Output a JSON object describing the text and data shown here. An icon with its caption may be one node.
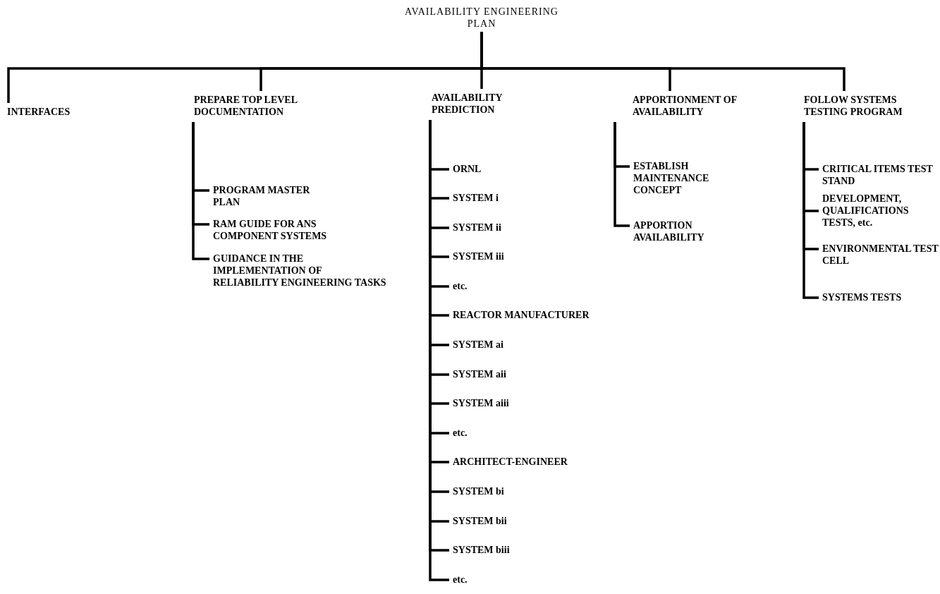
{
  "diagram": {
    "nodes": [
      {
        "text": [
          "AVAILABILITY ENGINEERING PLAN"
        ]
      },
      {
        "text": [
          "INTERFACES"
        ]
      },
      {
        "text": [
          "PREPARE TOP LEVEL DOCUMENTATION"
        ]
      },
      {
        "text": [
          "AVAILABILITY PREDICTION"
        ]
      },
      {
        "text": [
          "APPORTIONMENT OF AVAILABILITY"
        ]
      },
      {
        "text": [
          "FOLLOW SYSTEMS TESTING PROGRAM"
        ]
      },
      {
        "text": [
          "PROGRAM MASTER PLAN"
        ]
      },
      {
        "text": [
          "RAM GUIDE FOR ANS COMPONENT SYSTEMS"
        ]
      },
      {
        "text": [
          "GUIDANCE IN THE IMPLEMENTATION OF RELIABILITY ENGINEERING TASKS"
        ]
      },
      {
        "text": [
          "ORNL"
        ]
      },
      {
        "text": [
          "SYSTEM i"
        ]
      },
      {
        "text": [
          "SYSTEM ii"
        ]
      },
      {
        "text": [
          "SYSTEM iii"
        ]
      },
      {
        "text": [
          "etc."
        ]
      },
      {
        "text": [
          "REACTOR MANUFACTURER"
        ]
      },
      {
        "text": [
          "SYSTEM ai"
        ]
      },
      {
        "text": [
          "SYSTEM aii"
        ]
      },
      {
        "text": [
          "SYSTEM aiii"
        ]
      },
      {
        "text": [
          "etc."
        ]
      },
      {
        "text": [
          "ARCHITECT-ENGINEER"
        ]
      },
      {
        "text": [
          "SYSTEM bi"
        ]
      },
      {
        "text": [
          "SYSTEM bii"
        ]
      },
      {
        "text": [
          "SYSTEM biii"
        ]
      },
      {
        "text": [
          "etc."
        ]
      },
      {
        "text": [
          "ESTABLISH MAINTENANCE CONCEPT"
        ]
      },
      {
        "text": [
          "APPORTION AVAILABILITY"
        ]
      },
      {
        "text": [
          "CRITICAL ITEMS TEST STAND"
        ]
      },
      {
        "text": [
          "DEVELOPMENT, QUALIFICATIONS TESTS, etc."
        ]
      },
      {
        "text": [
          "ENVIRONMENTAL TEST CELL"
        ]
      },
      {
        "text": [
          "SYSTEMS TESTS"
        ]
      }
    ],
    "edges": [
      {
        "from": 0,
        "to": 1,
        "arrow": "none"
      },
      {
        "from": 0,
        "to": 2,
        "arrow": "none"
      },
      {
        "from": 0,
        "to": 3,
        "arrow": "none"
      },
      {
        "from": 0,
        "to": 4,
        "arrow": "none"
      },
      {
        "from": 0,
        "to": 5,
        "arrow": "none"
      },
      {
        "from": 2,
        "to": 6,
        "arrow": "none"
      },
      {
        "from": 2,
        "to": 7,
        "arrow": "none"
      },
      {
        "from": 2,
        "to": 8,
        "arrow": "none"
      },
      {
        "from": 3,
        "to": 9,
        "arrow": "none"
      },
      {
        "from": 3,
        "to": 10,
        "arrow": "none"
      },
      {
        "from": 3,
        "to": 11,
        "arrow": "none"
      },
      {
        "from": 3,
        "to": 12,
        "arrow": "none"
      },
      {
        "from": 3,
        "to": 13,
        "arrow": "none"
      },
      {
        "from": 3,
        "to": 14,
        "arrow": "none"
      },
      {
        "from": 3,
        "to": 15,
        "arrow": "none"
      },
      {
        "from": 3,
        "to": 16,
        "arrow": "none"
      },
      {
        "from": 3,
        "to": 17,
        "arrow": "none"
      },
      {
        "from": 3,
        "to": 18,
        "arrow": "none"
      },
      {
        "from": 3,
        "to": 19,
        "arrow": "none"
      },
      {
        "from": 3,
        "to": 20,
        "arrow": "none"
      },
      {
        "from": 3,
        "to": 21,
        "arrow": "none"
      },
      {
        "from": 3,
        "to": 22,
        "arrow": "none"
      },
      {
        "from": 3,
        "to": 23,
        "arrow": "none"
      },
      {
        "from": 4,
        "to": 24,
        "arrow": "none"
      },
      {
        "from": 4,
        "to": 25,
        "arrow": "none"
      },
      {
        "from": 5,
        "to": 26,
        "arrow": "none"
      },
      {
        "from": 5,
        "to": 27,
        "arrow": "none"
      },
      {
        "from": 5,
        "to": 28,
        "arrow": "none"
      },
      {
        "from": 5,
        "to": 29,
        "arrow": "none"
      }
    ]
  }
}
